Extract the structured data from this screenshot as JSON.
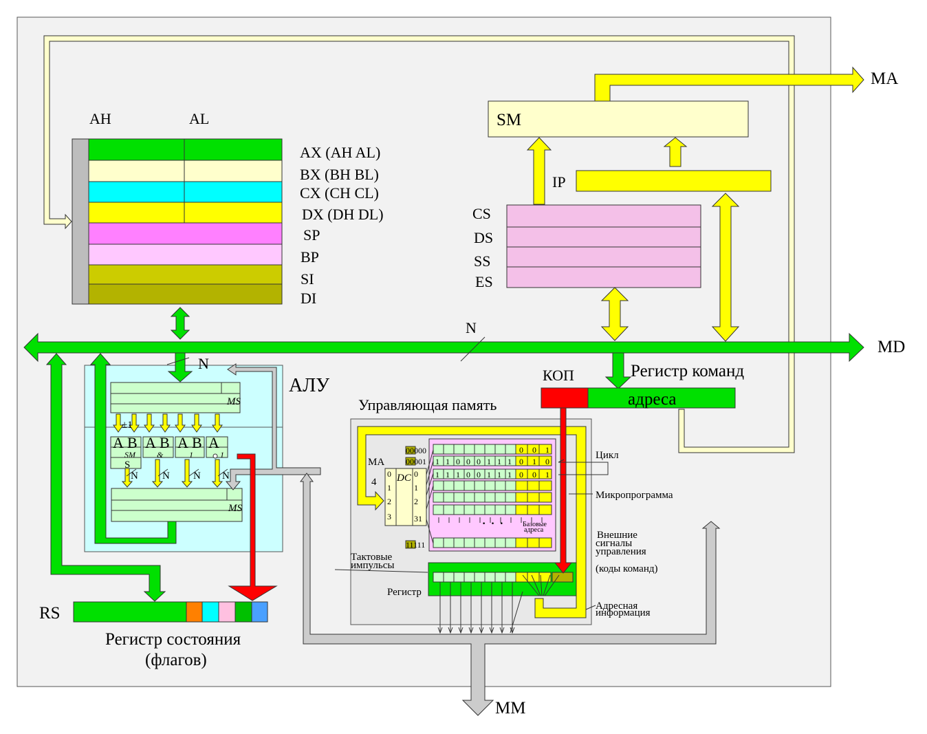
{
  "colors": {
    "green": "#00e000",
    "light_yellow": "#ffffcc",
    "cyan": "#00ffff",
    "yellow": "#ffff00",
    "magenta": "#ff80ff",
    "pink": "#ffc8ff",
    "olive": "#cccc00",
    "dark_olive": "#b3b300",
    "gray_bar": "#bdbdbd",
    "seg_pink": "#f4c0e8",
    "alu_bg": "#ccffff",
    "mem_bg": "#e8e8e8",
    "red": "#ff0000",
    "flag_orange": "#ff8000",
    "flag_cyan": "#00ffff",
    "flag_pink": "#ffc0e0",
    "flag_green": "#00c000",
    "flag_blue": "#4aa0ff"
  },
  "labels": {
    "ah": "AH",
    "al": "AL",
    "registers": [
      {
        "name": "AX  (AH AL)"
      },
      {
        "name": "BX  (BH BL)"
      },
      {
        "name": "CX  (CH CL)"
      },
      {
        "name": "DX  (DH DL)"
      },
      {
        "name": "SP"
      },
      {
        "name": "BP"
      },
      {
        "name": "SI"
      },
      {
        "name": "DI"
      }
    ],
    "segments": [
      "CS",
      "DS",
      "SS",
      "ES"
    ],
    "sm": "SM",
    "ip": "IP",
    "ma": "MA",
    "md": "MD",
    "mm": "MM",
    "n": "N",
    "alu": "АЛУ",
    "ms": "MS",
    "kop": "КОП",
    "cmd_register": "Регистр команд",
    "address": "адреса",
    "control_memory": "Управляющая память",
    "cycle": "Цикл",
    "microprogram": "Микропрограмма",
    "external_signals": [
      "Внешние",
      "сигналы",
      "управления"
    ],
    "command_codes": "(коды команд)",
    "address_info": [
      "Адресная",
      "информация"
    ],
    "clock_pulses": [
      "Тактовые",
      "импульсы"
    ],
    "register": "Регистр",
    "rs": "RS",
    "status_register": [
      "Регистр состояния",
      "(флагов)"
    ],
    "dc": "DC",
    "ma_small": "MA",
    "four": "4",
    "dc_inputs": [
      "0",
      "1",
      "2",
      "3"
    ],
    "dc_outputs": [
      "0",
      "1",
      "2",
      "31"
    ],
    "dots": "· · ·",
    "base_addresses": [
      "Базовые",
      "адреса"
    ],
    "addr_00000": "00000",
    "addr_00001": "00001",
    "addr_11111": "11111",
    "row1_bits": "1 1 0 0 0 1 1 1",
    "row2_bits": "1 1 1 0 0 1 1 1",
    "row0_tail": "0 0 1",
    "row1_tail": "0 1 0",
    "row2_tail": "0 0 1",
    "alu_units": [
      {
        "a": "A",
        "b": "B",
        "op": "SM"
      },
      {
        "a": "A",
        "b": "B",
        "op": "&"
      },
      {
        "a": "A",
        "b": "B",
        "op": "1"
      },
      {
        "a": "A",
        "b": "",
        "op": "1"
      }
    ],
    "plus_minus": "±1",
    "s": "S"
  }
}
